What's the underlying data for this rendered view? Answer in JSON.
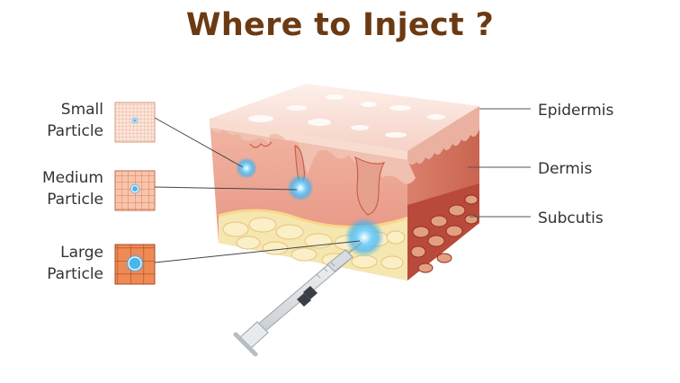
{
  "title": "Where to Inject ?",
  "particles": [
    {
      "line1": "Small",
      "line2": "Particle"
    },
    {
      "line1": "Medium",
      "line2": "Particle"
    },
    {
      "line1": "Large",
      "line2": "Particle"
    }
  ],
  "layers": [
    "Epidermis",
    "Dermis",
    "Subcutis"
  ],
  "colors": {
    "title": "#6b3a13",
    "epidermis": "#f7d9d0",
    "dermis": "#e79a88",
    "subcutis": "#f6e6b0",
    "particle_glow": "#3fb4f0"
  }
}
